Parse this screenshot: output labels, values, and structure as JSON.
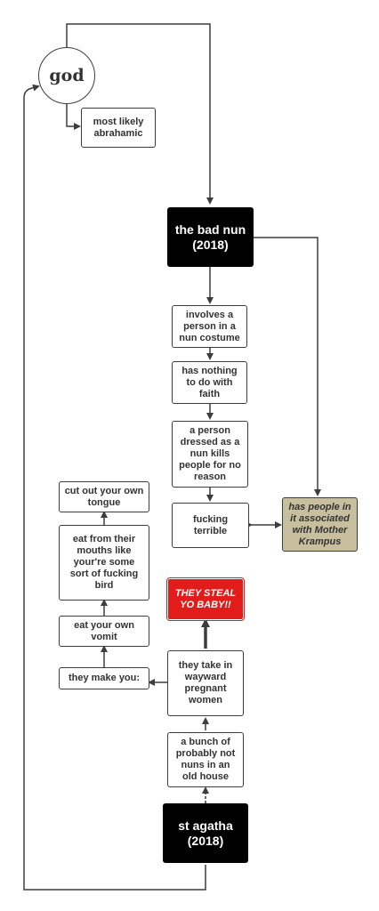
{
  "nodes": {
    "god": "god",
    "abrahamic": "most likely\nabrahamic",
    "bad_nun": "the bad nun\n(2018)",
    "costume": "involves a\nperson in a\nnun costume",
    "faith": "has nothing\nto do with\nfaith",
    "kills": "a person\ndressed as a\nnun kills\npeople for no\nreason",
    "terrible": "fucking\nterrible",
    "krampus": "has people in\nit associated\nwith Mother\nKrampus",
    "tongue": "cut out your own\ntongue",
    "bird": "eat from their\nmouths like\nyour're some\nsort of fucking\nbird",
    "vomit": "eat your own\nvomit",
    "make_you": "they make you:",
    "steal": "THEY STEAL\nYO BABY!!",
    "take_in": "they take in\nwayward\npregnant\nwomen",
    "bunch": "a bunch of\nprobably not\nnuns in an\nold house",
    "agatha": "st agatha\n(2018)"
  },
  "colors": {
    "line": "#3d3d3d",
    "dark": "#000000",
    "red": "#e21b1b",
    "tan": "#c8bf9f"
  }
}
